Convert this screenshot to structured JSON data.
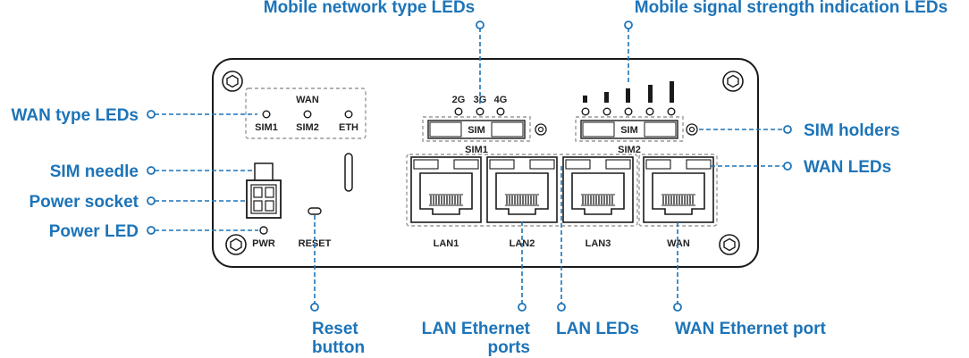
{
  "colors": {
    "callout": "#1d74b8",
    "outline": "#1a1a1a"
  },
  "callouts": {
    "mobile_network_type_leds": "Mobile network type LEDs",
    "mobile_signal_strength_leds": "Mobile signal strength indication LEDs",
    "wan_type_leds": "WAN type LEDs",
    "sim_needle": "SIM needle",
    "power_socket": "Power socket",
    "power_led": "Power LED",
    "sim_holders": "SIM holders",
    "wan_leds": "WAN LEDs",
    "reset_button_line1": "Reset",
    "reset_button_line2": "button",
    "lan_ethernet_ports_line1": "LAN Ethernet",
    "lan_ethernet_ports_line2": "ports",
    "lan_leds": "LAN LEDs",
    "wan_ethernet_port": "WAN Ethernet port"
  },
  "device_labels": {
    "wan": "WAN",
    "sim1_led": "SIM1",
    "sim2_led": "SIM2",
    "eth_led": "ETH",
    "net_2g": "2G",
    "net_3g": "3G",
    "net_4g": "4G",
    "sim_slot": "SIM",
    "sim1": "SIM1",
    "sim2": "SIM2",
    "pwr": "PWR",
    "reset": "RESET",
    "lan1": "LAN1",
    "lan2": "LAN2",
    "lan3": "LAN3",
    "wan_port": "WAN"
  }
}
